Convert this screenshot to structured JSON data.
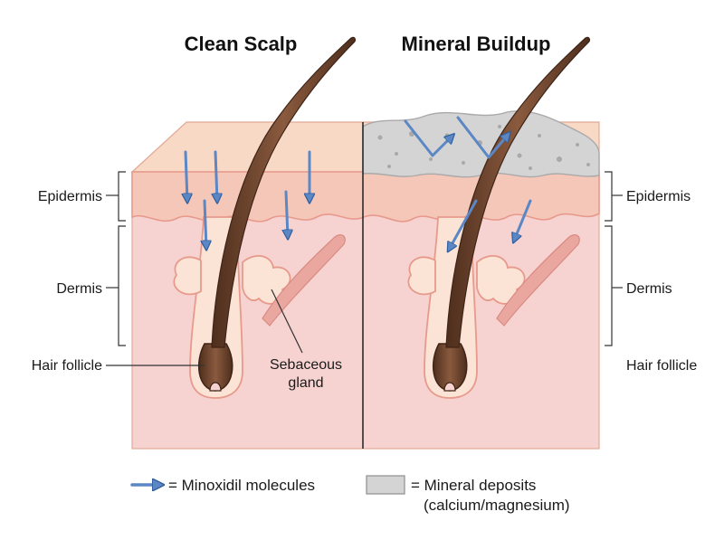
{
  "titles": {
    "left": "Clean Scalp",
    "right": "Mineral Buildup"
  },
  "labels": {
    "epidermis_left": "Epidermis",
    "dermis_left": "Dermis",
    "hair_follicle_left": "Hair follicle",
    "sebaceous_line1": "Sebaceous",
    "sebaceous_line2": "gland",
    "epidermis_right": "Epidermis",
    "dermis_right": "Dermis",
    "hair_follicle_right": "Hair follicle"
  },
  "legend": {
    "minoxidil": "= Minoxidil molecules",
    "mineral_line1": "= Mineral deposits",
    "mineral_line2": "(calcium/magnesium)"
  },
  "colors": {
    "dermis": "#f6d3d1",
    "epidermis": "#f5c7b8",
    "epidermis_edge": "#e79a8c",
    "skin_top": "#f8d9c6",
    "gland_fill": "#fbe4d6",
    "hair": "#7a4b32",
    "hair_dark": "#4e2e1d",
    "muscle": "#e9a79f",
    "arrow": "#5b87c4",
    "arrow_dark": "#2f5e9e",
    "mineral": "#d4d4d4",
    "mineral_dark": "#a9a9a9",
    "divider": "#2a2a2a"
  },
  "icons": {
    "minoxidil": "blue-arrow-icon",
    "mineral": "gray-swatch-icon"
  }
}
